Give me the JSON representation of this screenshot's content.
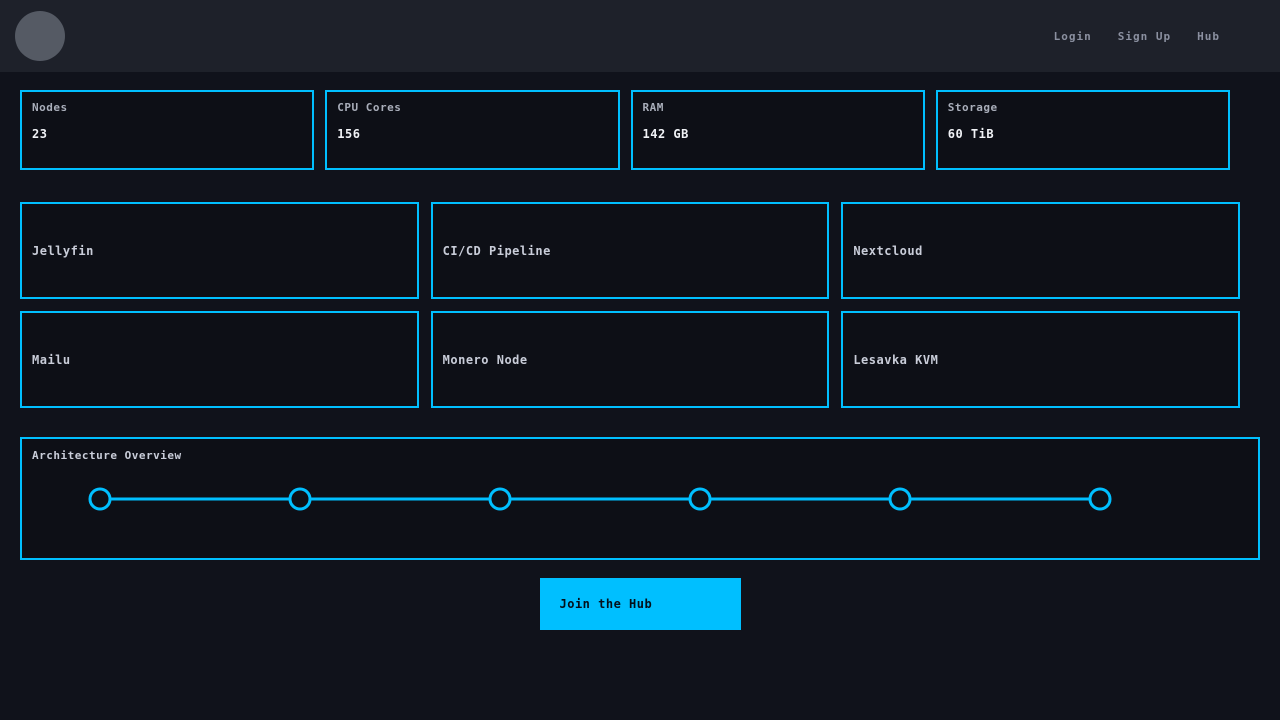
{
  "navbar": {
    "links": [
      {
        "label": "Login"
      },
      {
        "label": "Sign Up"
      },
      {
        "label": "Hub"
      }
    ]
  },
  "stats": [
    {
      "label": "Nodes",
      "value": "23"
    },
    {
      "label": "CPU Cores",
      "value": "156"
    },
    {
      "label": "RAM",
      "value": "142 GB"
    },
    {
      "label": "Storage",
      "value": "60 TiB"
    }
  ],
  "services": [
    {
      "name": "Jellyfin"
    },
    {
      "name": "CI/CD Pipeline"
    },
    {
      "name": "Nextcloud"
    },
    {
      "name": "Mailu"
    },
    {
      "name": "Monero Node"
    },
    {
      "name": "Lesavka KVM"
    }
  ],
  "architecture": {
    "title": "Architecture Overview",
    "node_count": 6
  },
  "cta": {
    "label": "Join the Hub"
  },
  "colors": {
    "accent": "#00bfff",
    "page_bg": "#10121b",
    "card_bg": "#0d0f16",
    "nav_bg": "#1e212a",
    "avatar_gray": "#555a64"
  }
}
